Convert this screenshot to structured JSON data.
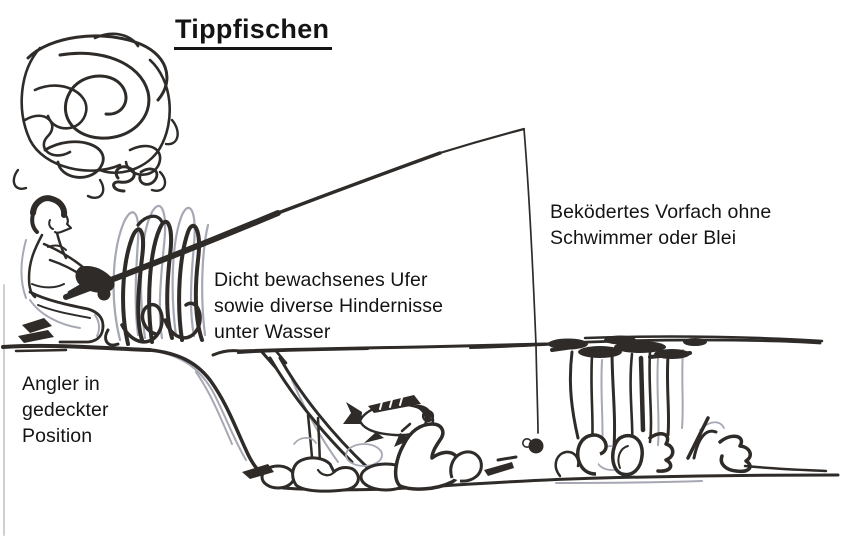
{
  "title": "Tippfischen",
  "colors": {
    "ink": "#2e2b28",
    "pencil": "#a6a8b3",
    "paper": "#ffffff"
  },
  "labels": {
    "bait": {
      "line1": "Beködertes Vorfach ohne",
      "line2": "Schwimmer oder Blei"
    },
    "bank": {
      "line1": "Dicht bewachsenes Ufer",
      "line2": "sowie diverse Hindernisse",
      "line3": "unter Wasser"
    },
    "angler": {
      "line1": "Angler in",
      "line2": "gedeckter",
      "line3": "Position"
    }
  },
  "scene": {
    "figures": [
      "scribble-tree",
      "kneeling-angler",
      "bank-vegetation",
      "fishing-rod",
      "fishing-line",
      "baited-hook",
      "water-surface",
      "bank-slope",
      "underwater-branch",
      "fish",
      "bottom-rocks",
      "water-plants"
    ]
  }
}
